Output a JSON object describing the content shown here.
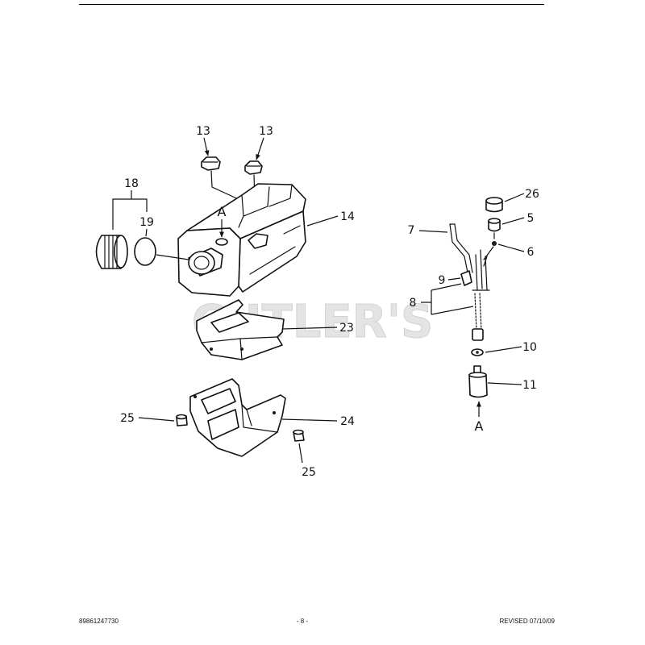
{
  "watermark": "CUTLER'S",
  "callouts": {
    "part_13_left": "13",
    "part_13_right": "13",
    "part_18": "18",
    "part_19": "19",
    "ref_a_tank": "A",
    "part_14": "14",
    "part_26": "26",
    "part_5": "5",
    "part_6": "6",
    "part_7": "7",
    "part_9": "9",
    "part_8": "8",
    "part_23": "23",
    "part_10": "10",
    "part_11": "11",
    "ref_a_filter": "A",
    "part_25_left": "25",
    "part_24": "24",
    "part_25_bottom": "25"
  },
  "footer": {
    "part_number": "89861247730",
    "page": "- 8 -",
    "revised": "REVISED 07/10/09"
  }
}
